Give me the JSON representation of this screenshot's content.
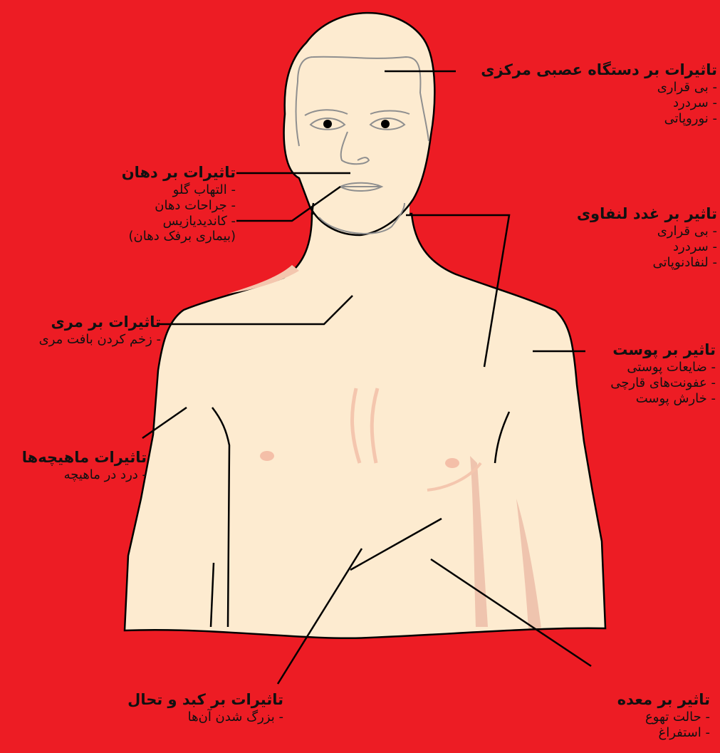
{
  "labels": {
    "cns": {
      "title": "تاثیرات بر دستگاه عصبی مرکزی",
      "items": [
        "- بی قراری",
        "- سردرد",
        "- نوروپاتی"
      ]
    },
    "mouth": {
      "title": "تاثیرات بر دهان",
      "items": [
        "- التهاب گلو",
        "- جراحات دهان",
        "- کاندیدیازیس",
        "(بیماری برفک دهان)"
      ]
    },
    "lymph": {
      "title": "تاثیر بر غدد لنفاوی",
      "items": [
        "- بی قراری",
        "- سردرد",
        "- لنفادنوپاتی"
      ]
    },
    "esophagus": {
      "title": "تاثیرات بر مری",
      "items": [
        "- زخم کردن بافت مری"
      ]
    },
    "skin": {
      "title": "تاثیر بر پوست",
      "items": [
        "- ضایعات پوستی",
        "- عفونت‌های قارچی",
        "- خارش پوست"
      ]
    },
    "muscle": {
      "title": "تاثیرات ماهیچه‌ها",
      "items": [
        "- درد در ماهیچه"
      ]
    },
    "liver": {
      "title": "تاثیرات بر کبد و تحال",
      "items": [
        "- بزرگ شدن آن‌ها"
      ]
    },
    "stomach": {
      "title": "تاثیر بر معده",
      "items": [
        "- حالت تهوع",
        "- استفراغ"
      ]
    }
  },
  "colors": {
    "background": "#ED1C24",
    "skin": "#FDEBD0",
    "skin_shadow": "#F4C6AE",
    "outline": "#000000",
    "feature_line": "#8F8F8F"
  }
}
